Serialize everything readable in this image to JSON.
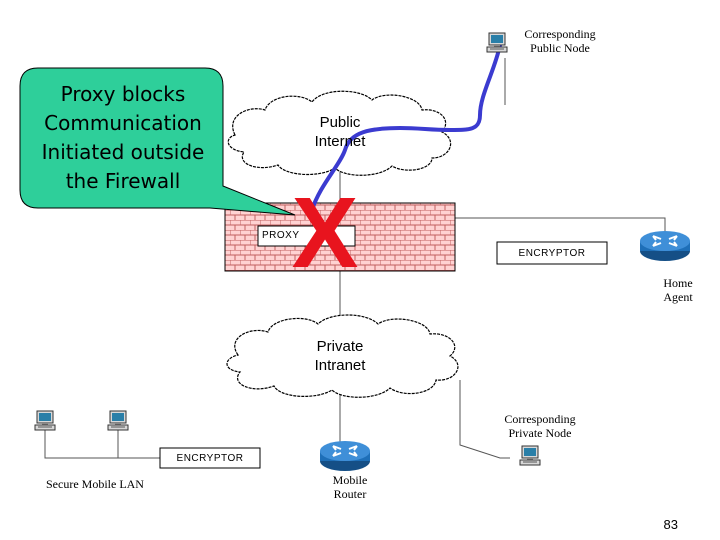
{
  "callout": {
    "text": "Proxy blocks\nCommunication\nInitiated outside\nthe Firewall"
  },
  "clouds": {
    "public": "Public\nInternet",
    "private": "Private\nIntranet"
  },
  "firewall": {
    "proxy_label": "PROXY",
    "block_mark": "X"
  },
  "encryptors": {
    "top": "ENCRYPTOR",
    "bottom": "ENCRYPTOR"
  },
  "nodes": {
    "corresponding_public": "Corresponding\nPublic Node",
    "home_agent": "Home\nAgent",
    "corresponding_private": "Corresponding\nPrivate Node",
    "secure_mobile_lan": "Secure Mobile LAN",
    "mobile_router": "Mobile\nRouter"
  },
  "page_number": "83",
  "colors": {
    "callout_fill": "#2ecf9a",
    "blocked_path": "#3b3bd0",
    "block_mark": "#e8141e",
    "firewall_fill": "#ffd2d2",
    "firewall_grid": "#c06060",
    "router": "#1e6fb8"
  }
}
